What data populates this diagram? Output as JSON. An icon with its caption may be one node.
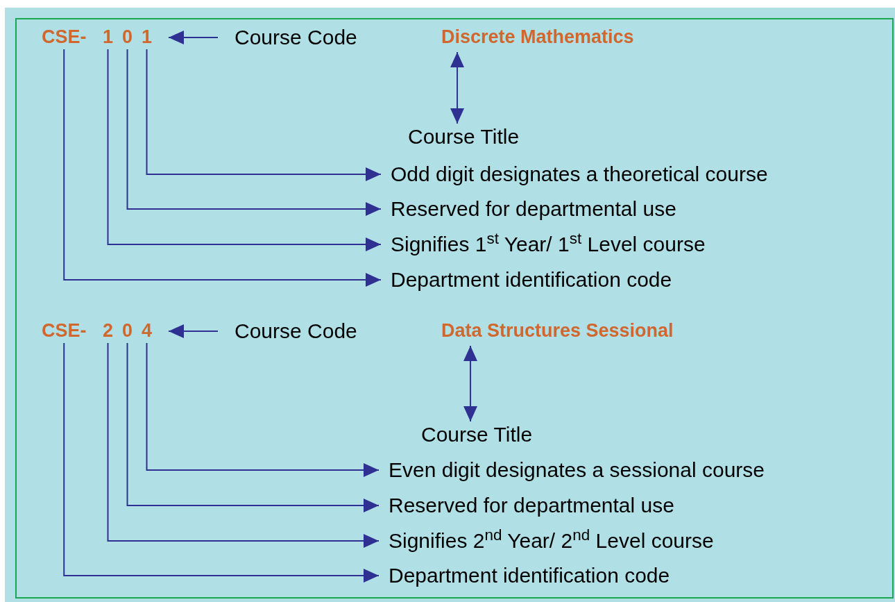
{
  "diagram": {
    "nodes": [
      {
        "text": [
          "CSE-"
        ]
      },
      {
        "text": [
          "1"
        ]
      },
      {
        "text": [
          "0"
        ]
      },
      {
        "text": [
          "1"
        ]
      },
      {
        "text": [
          "Course Code"
        ]
      },
      {
        "text": [
          "Discrete Mathematics"
        ]
      },
      {
        "text": [
          "Course Title"
        ]
      },
      {
        "text": [
          "Odd digit designates a theoretical course"
        ]
      },
      {
        "text": [
          "Reserved for departmental use"
        ]
      },
      {
        "text": [
          "Signifies 1$^{st}$ Year/ 1$^{st}$ Level course"
        ]
      },
      {
        "text": [
          "Department identification code"
        ]
      },
      {
        "text": [
          "CSE-"
        ]
      },
      {
        "text": [
          "2"
        ]
      },
      {
        "text": [
          "0"
        ]
      },
      {
        "text": [
          "4"
        ]
      },
      {
        "text": [
          "Course Code"
        ]
      },
      {
        "text": [
          "Data Structures Sessional"
        ]
      },
      {
        "text": [
          "Course Title"
        ]
      },
      {
        "text": [
          "Even digit designates a sessional course"
        ]
      },
      {
        "text": [
          "Reserved for departmental use"
        ]
      },
      {
        "text": [
          "Signifies 2$^{nd}$ Year/ 2$^{nd}$ Level course"
        ]
      },
      {
        "text": [
          "Department identification code"
        ]
      }
    ],
    "edges": [
      {
        "from": 4,
        "to": 3,
        "arrow": "to"
      },
      {
        "from": 5,
        "to": 6,
        "arrow": "both"
      },
      {
        "from": 3,
        "to": 7,
        "arrow": "to"
      },
      {
        "from": 2,
        "to": 8,
        "arrow": "to"
      },
      {
        "from": 1,
        "to": 9,
        "arrow": "to"
      },
      {
        "from": 0,
        "to": 10,
        "arrow": "to"
      },
      {
        "from": 15,
        "to": 14,
        "arrow": "to"
      },
      {
        "from": 16,
        "to": 17,
        "arrow": "both"
      },
      {
        "from": 14,
        "to": 18,
        "arrow": "to"
      },
      {
        "from": 13,
        "to": 19,
        "arrow": "to"
      },
      {
        "from": 12,
        "to": 20,
        "arrow": "to"
      },
      {
        "from": 11,
        "to": 21,
        "arrow": "to"
      }
    ]
  }
}
